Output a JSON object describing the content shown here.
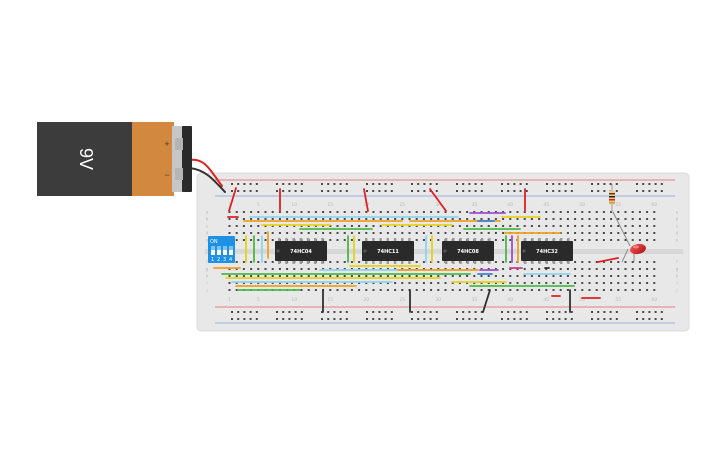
{
  "battery": {
    "label": "9V",
    "plus": "+",
    "minus": "−"
  },
  "breadboard": {
    "column_numbers": [
      "1",
      "5",
      "10",
      "15",
      "20",
      "25",
      "30",
      "35",
      "40",
      "45",
      "50",
      "55",
      "60"
    ],
    "row_letters_top": [
      "a",
      "b",
      "c",
      "d",
      "e"
    ],
    "row_letters_bottom": [
      "f",
      "g",
      "h",
      "i",
      "j"
    ]
  },
  "dip_switch": {
    "on_label": "ON",
    "numbers": [
      "1",
      "2",
      "3",
      "4"
    ],
    "color": "#1e90e6"
  },
  "chips": [
    {
      "label": "74HC04"
    },
    {
      "label": "74HC11"
    },
    {
      "label": "74HC08"
    },
    {
      "label": "74HC32"
    }
  ],
  "colors": {
    "board": "#e6e6e6",
    "battery_body": "#3c3c3c",
    "battery_copper": "#d2883e",
    "chip": "#2a2a2a",
    "led": "#cc1f1f",
    "wire_red": "#e02020",
    "wire_black": "#303030"
  }
}
